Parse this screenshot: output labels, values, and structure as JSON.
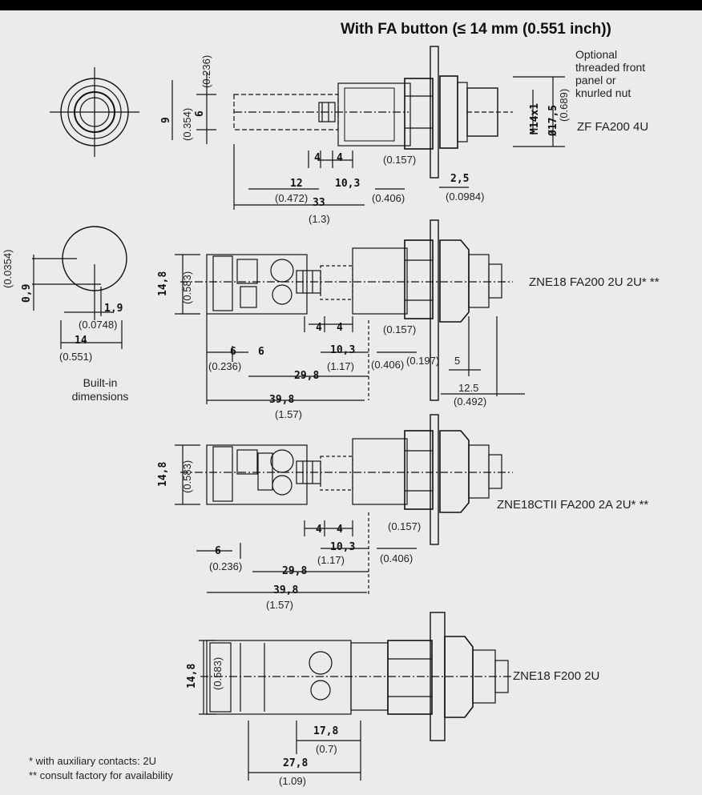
{
  "title": "With FA button (≤ 14 mm (0.551 inch))",
  "optional_note": [
    "Optional",
    "threaded front",
    "panel or",
    "knurled nut"
  ],
  "models": {
    "m1": "ZF FA200 4U",
    "m2": "ZNE18 FA200 2U 2U* **",
    "m3": "ZNE18CTII FA200 2A 2U* **",
    "m4": "ZNE18 F200 2U"
  },
  "builtin_label": [
    "Built-in",
    "dimensions"
  ],
  "footnotes": {
    "f1": "* with auxiliary contacts: 2U",
    "f2": "** consult factory for availability"
  },
  "dims": {
    "d1_0236": "(0.236)",
    "d1_9": "9",
    "d1_0354": "(0.354)",
    "d1_6": "6",
    "d1_0157": "(0.157)",
    "d1_4a": "4",
    "d1_4b": "4",
    "d1_12": "12",
    "d1_103": "10,3",
    "d1_25": "2,5",
    "d1_0472": "(0.472)",
    "d1_33": "33",
    "d1_0406": "(0.406)",
    "d1_00984": "(0.0984)",
    "d1_13": "(1.3)",
    "d1_175": "Ø17,5",
    "d1_0689": "(0.689)",
    "d1_m14": "M14x1",
    "b_0354": "(0.0354)",
    "b_09": "0,9",
    "b_19": "1,9",
    "b_00748": "(0.0748)",
    "b_14": "14",
    "b_0551": "(0.551)",
    "d2_148": "14,8",
    "d2_0583": "(0.583)",
    "d2_4a": "4",
    "d2_4b": "4",
    "d2_0157": "(0.157)",
    "d2_6a": "6",
    "d2_6b": "6",
    "d2_103": "10,3",
    "d2_0236": "(0.236)",
    "d2_117": "(1.17)",
    "d2_0406": "(0.406)",
    "d2_0197": "(0.197)",
    "d2_5": "5",
    "d2_298": "29,8",
    "d2_125": "12.5",
    "d2_0492": "(0.492)",
    "d2_398": "39,8",
    "d2_157": "(1.57)",
    "d3_148": "14,8",
    "d3_0583": "(0.583)",
    "d3_4a": "4",
    "d3_4b": "4",
    "d3_0157": "(0.157)",
    "d3_6": "6",
    "d3_103": "10,3",
    "d3_0236": "(0.236)",
    "d3_298": "29,8",
    "d3_117": "(1.17)",
    "d3_0406": "(0.406)",
    "d3_398": "39,8",
    "d3_157": "(1.57)",
    "d4_148": "14,8",
    "d4_0583": "(0.583)",
    "d4_178": "17,8",
    "d4_07": "(0.7)",
    "d4_278": "27,8",
    "d4_109": "(1.09)"
  }
}
